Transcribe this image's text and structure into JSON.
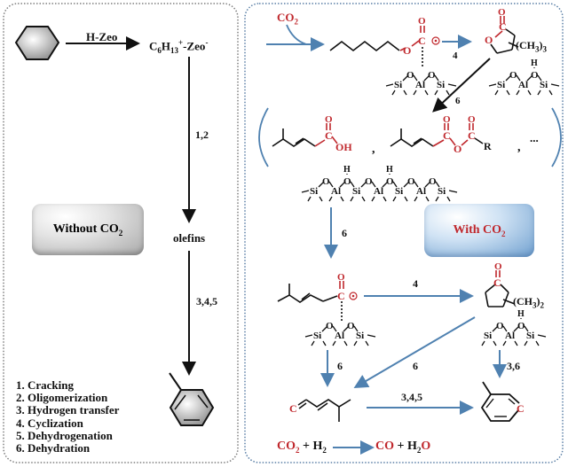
{
  "left_panel": {
    "catalyst_label": "H-Zeo",
    "intermediate": {
      "main": "C",
      "sub1": "6",
      "mid": "H",
      "sub2": "13",
      "sup": "+",
      "tail": "-Zeo",
      "sup2": "-"
    },
    "step_1_2": "1,2",
    "olefins": "olefins",
    "step_3_4_5": "3,4,5",
    "condition_button": {
      "text": "Without CO",
      "sub": "2"
    },
    "legend": [
      "1. Cracking",
      "2. Oligomerization",
      "3. Hydrogen transfer",
      "4. Cyclization",
      "5. Dehydrogenation",
      "6. Dehydration"
    ]
  },
  "right_panel": {
    "co2_input": {
      "text": "CO",
      "sub": "2"
    },
    "condition_button": {
      "text": "With CO",
      "sub": "2"
    },
    "step_top_4": "4",
    "step_top_6": "6",
    "step_mid_6": "6",
    "step_low_4": "4",
    "step_low_6_left": "6",
    "step_low_6_diag": "6",
    "step_low_3_6": "3,6",
    "step_bottom_345": "3,4,5",
    "lactone_substituent": {
      "text": "(CH",
      "sub": "3",
      "tail": ")",
      "sub2": "3"
    },
    "ketone_substituent": {
      "text": "(CH",
      "sub": "3",
      "tail": ")",
      "sub2": "2"
    },
    "acid_label": "OH",
    "anhydride_r": "R",
    "ellipsis": "...",
    "equation": {
      "left": "CO",
      "left_sub": "2",
      "plus1": " + H",
      "h_sub": "2",
      "right": "CO",
      "plus2": " + H",
      "h2o_sub": "2",
      "o": "O"
    }
  },
  "colors": {
    "accent_red": "#c0282d",
    "arrow_blue": "#4f81b0",
    "border_dotted": "#7f7f7f"
  }
}
